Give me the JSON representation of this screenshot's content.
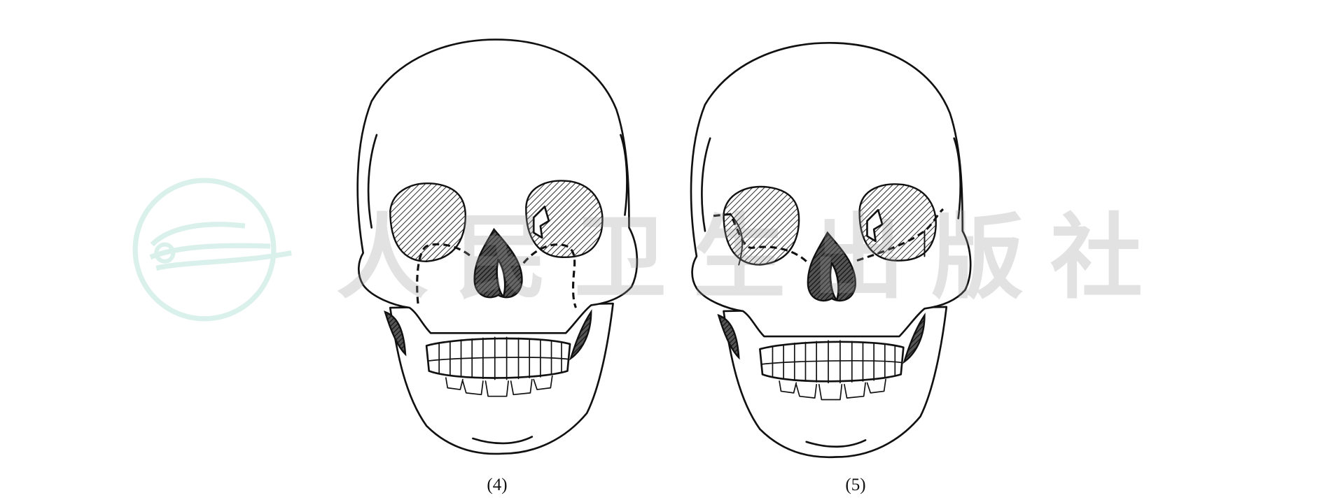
{
  "figure": {
    "labels": [
      "(4)",
      "(5)"
    ]
  },
  "watermark": {
    "text": "人民卫生出版社",
    "logo_color": "#d6efe9",
    "text_color": "#c8c8c8"
  }
}
